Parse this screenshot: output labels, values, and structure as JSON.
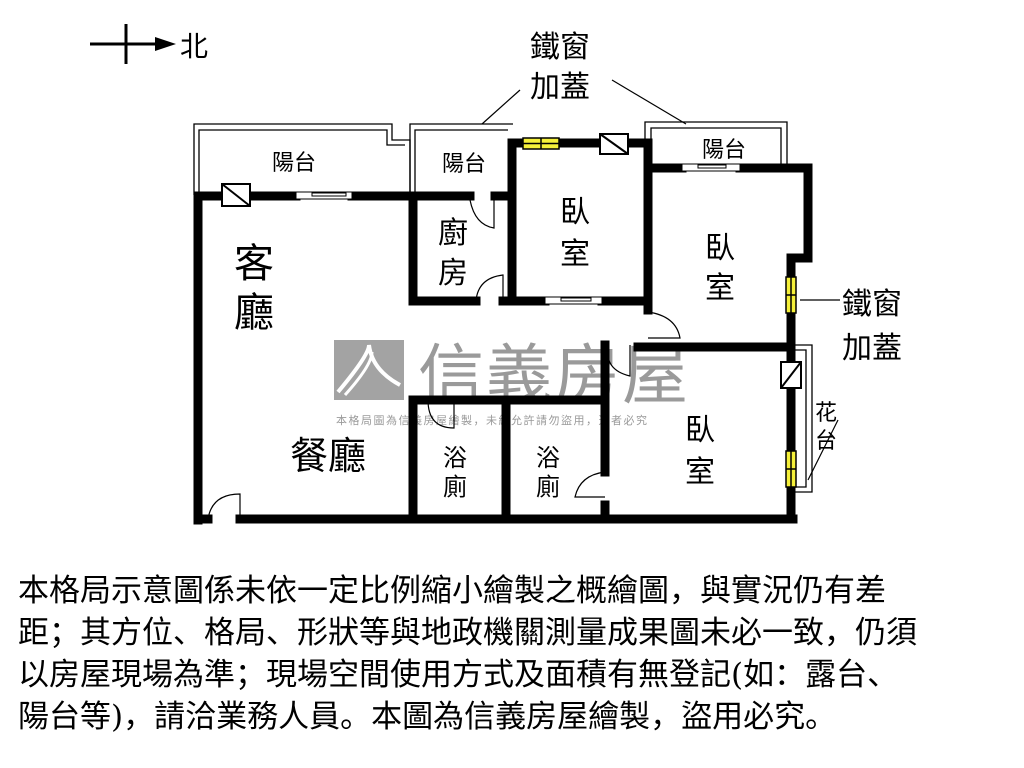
{
  "compass": {
    "direction_label": "北"
  },
  "annotations": {
    "iron_window_top": [
      "鐵窗",
      "加蓋"
    ],
    "iron_window_right": [
      "鐵窗",
      "加蓋"
    ]
  },
  "rooms": {
    "balcony_living": "陽台",
    "balcony_kitchen": "陽台",
    "balcony_bedroom": "陽台",
    "living_room": [
      "客",
      "廳"
    ],
    "kitchen": [
      "廚",
      "房"
    ],
    "bedroom_1": [
      "臥",
      "室"
    ],
    "bedroom_2": [
      "臥",
      "室"
    ],
    "bedroom_3": [
      "臥",
      "室"
    ],
    "dining_room": "餐廳",
    "bathroom_1": [
      "浴",
      "廁"
    ],
    "bathroom_2": [
      "浴",
      "廁"
    ],
    "planter": [
      "花",
      "台"
    ]
  },
  "watermark": {
    "brand": "信義房屋",
    "notice": "本格局圖為信義房屋繪製，未經允許請勿盜用，違者必究"
  },
  "disclaimer": [
    "本格局示意圖係未依一定比例縮小繪製之概繪圖，與實況仍有差",
    "距；其方位、格局、形狀等與地政機關測量成果圖未必一致，仍須",
    "以房屋現場為準；現場空間使用方式及面積有無登記(如：露台、",
    "陽台等)，請洽業務人員。本圖為信義房屋繪製，盜用必究。"
  ],
  "colors": {
    "wall": "#000000",
    "iron_window": "#f5f03a",
    "watermark": "#9a9a9a"
  }
}
